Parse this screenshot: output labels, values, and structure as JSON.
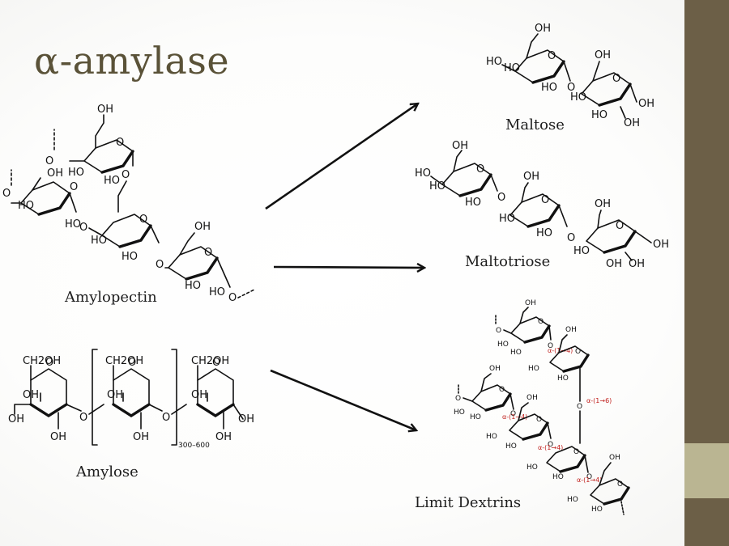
{
  "title": "α-amylase",
  "labels": {
    "amylopectin": "Amylopectin",
    "amylose": "Amylose",
    "maltose": "Maltose",
    "maltotriose": "Maltotriose",
    "limit_dextrins": "Limit Dextrins"
  },
  "atoms": {
    "oh": "OH",
    "ho": "HO",
    "o": "O",
    "ch2oh": "CH2OH",
    "repeat": "300–600"
  },
  "linkages": {
    "a14": "α-(1→4)",
    "a16": "α-(1→6)"
  },
  "colors": {
    "title": "#5a5238",
    "sidebar_dark": "#6c5f47",
    "sidebar_light": "#bab592",
    "linkage_red": "#c0201d"
  }
}
